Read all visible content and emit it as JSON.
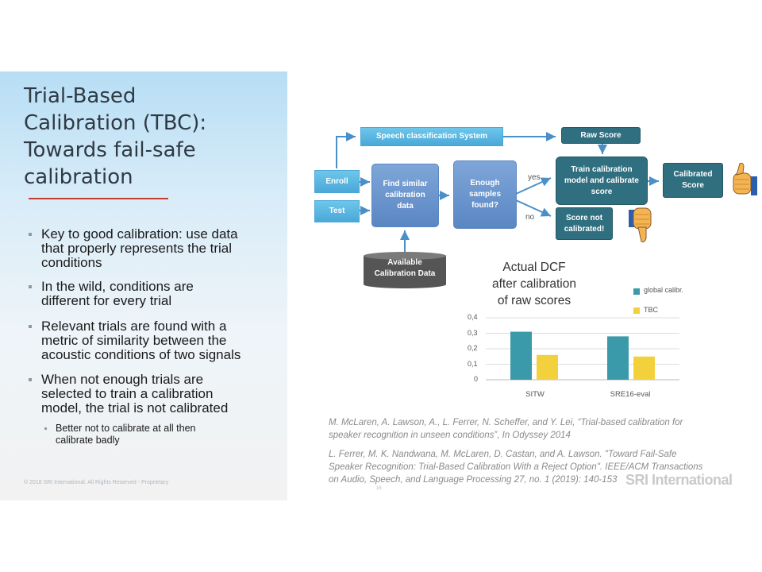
{
  "title": {
    "line1": "Trial-Based",
    "line2": "Calibration (TBC):",
    "line3": "Towards fail-safe",
    "line4": "calibration"
  },
  "bullets": [
    {
      "lines": [
        "Key to good calibration: use data",
        "that properly represents the trial",
        "conditions"
      ]
    },
    {
      "lines": [
        "In the wild, conditions are",
        "different for every trial"
      ]
    },
    {
      "lines": [
        "Relevant trials are found with a",
        "metric of similarity between the",
        "acoustic conditions of two signals"
      ]
    },
    {
      "lines": [
        "When not enough trials are",
        "selected to train a calibration",
        "model, the trial is not calibrated"
      ]
    }
  ],
  "sub_bullet": {
    "lines": [
      "Better not to calibrate at all then",
      "calibrate badly"
    ]
  },
  "copyright": "© 2018 SRI International. All Rights Reserved - Proprietary",
  "flow": {
    "speech_system": "Speech classification System",
    "raw_score": "Raw Score",
    "enroll": "Enroll",
    "test": "Test",
    "find_similar": [
      "Find similar",
      "calibration",
      "data"
    ],
    "enough": [
      "Enough",
      "samples",
      "found?"
    ],
    "train": [
      "Train calibration",
      "model and calibrate",
      "score"
    ],
    "calibrated": [
      "Calibrated",
      "Score"
    ],
    "not_calibrated": [
      "Score not",
      "calibrated!"
    ],
    "available": [
      "Available",
      "Calibration Data"
    ],
    "yes": "yes",
    "no": "no",
    "colors": {
      "light_blue": "#4aa8d8",
      "mid_blue": "#5a86c3",
      "teal": "#2f6f80",
      "database": "#555555"
    },
    "icons": [
      "thumbs-up-icon",
      "thumbs-down-icon",
      "database-icon"
    ]
  },
  "chart_data": {
    "type": "bar",
    "title": [
      "Actual DCF",
      "after calibration",
      "of raw scores"
    ],
    "categories": [
      "SITW",
      "SRE16-eval"
    ],
    "series": [
      {
        "name": "global calibr.",
        "color": "#3a9aaa",
        "values": [
          0.31,
          0.28
        ]
      },
      {
        "name": "TBC",
        "color": "#f2d13d",
        "values": [
          0.16,
          0.15
        ]
      }
    ],
    "ylim": [
      0,
      0.4
    ],
    "yticks": [
      "0",
      "0,1",
      "0,2",
      "0,3",
      "0,4"
    ],
    "grid": true,
    "legend": "right"
  },
  "references": [
    {
      "lines": [
        "M. McLaren, A. Lawson, A., L. Ferrer, N. Scheffer, and Y. Lei, “Trial-based calibration for",
        "speaker recognition in unseen conditions”, In Odyssey 2014"
      ]
    },
    {
      "lines": [
        "L. Ferrer, M. K. Nandwana, M. McLaren, D. Castan, and A. Lawson. \"Toward Fail-Safe",
        "Speaker Recognition: Trial-Based Calibration With a Reject Option\".  IEEE/ACM Transactions",
        "on Audio, Speech, and Language Processing 27, no. 1 (2019): 140-153"
      ]
    }
  ],
  "logo": "SRI International",
  "page_number": "16"
}
